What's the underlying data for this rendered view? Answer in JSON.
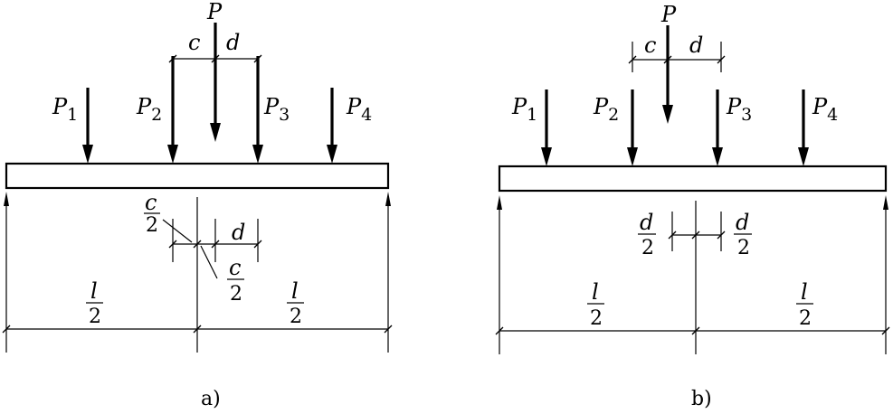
{
  "panel_a": {
    "caption": "a)",
    "loads": {
      "P": "P",
      "P1": {
        "base": "P",
        "sub": "1"
      },
      "P2": {
        "base": "P",
        "sub": "2"
      },
      "P3": {
        "base": "P",
        "sub": "3"
      },
      "P4": {
        "base": "P",
        "sub": "4"
      }
    },
    "dim_top": {
      "c": "c",
      "d": "d"
    },
    "dim_mid": {
      "c_half_num": "c",
      "c_half_den": "2",
      "d": "d",
      "c_half2_num": "c",
      "c_half2_den": "2"
    },
    "dim_bottom": {
      "left_num": "l",
      "left_den": "2",
      "right_num": "l",
      "right_den": "2"
    }
  },
  "panel_b": {
    "caption": "b)",
    "loads": {
      "P": "P",
      "P1": {
        "base": "P",
        "sub": "1"
      },
      "P2": {
        "base": "P",
        "sub": "2"
      },
      "P3": {
        "base": "P",
        "sub": "3"
      },
      "P4": {
        "base": "P",
        "sub": "4"
      }
    },
    "dim_top": {
      "c": "c",
      "d": "d"
    },
    "dim_mid": {
      "left_num": "d",
      "left_den": "2",
      "right_num": "d",
      "right_den": "2"
    },
    "dim_bottom": {
      "left_num": "l",
      "left_den": "2",
      "right_num": "l",
      "right_den": "2"
    }
  }
}
